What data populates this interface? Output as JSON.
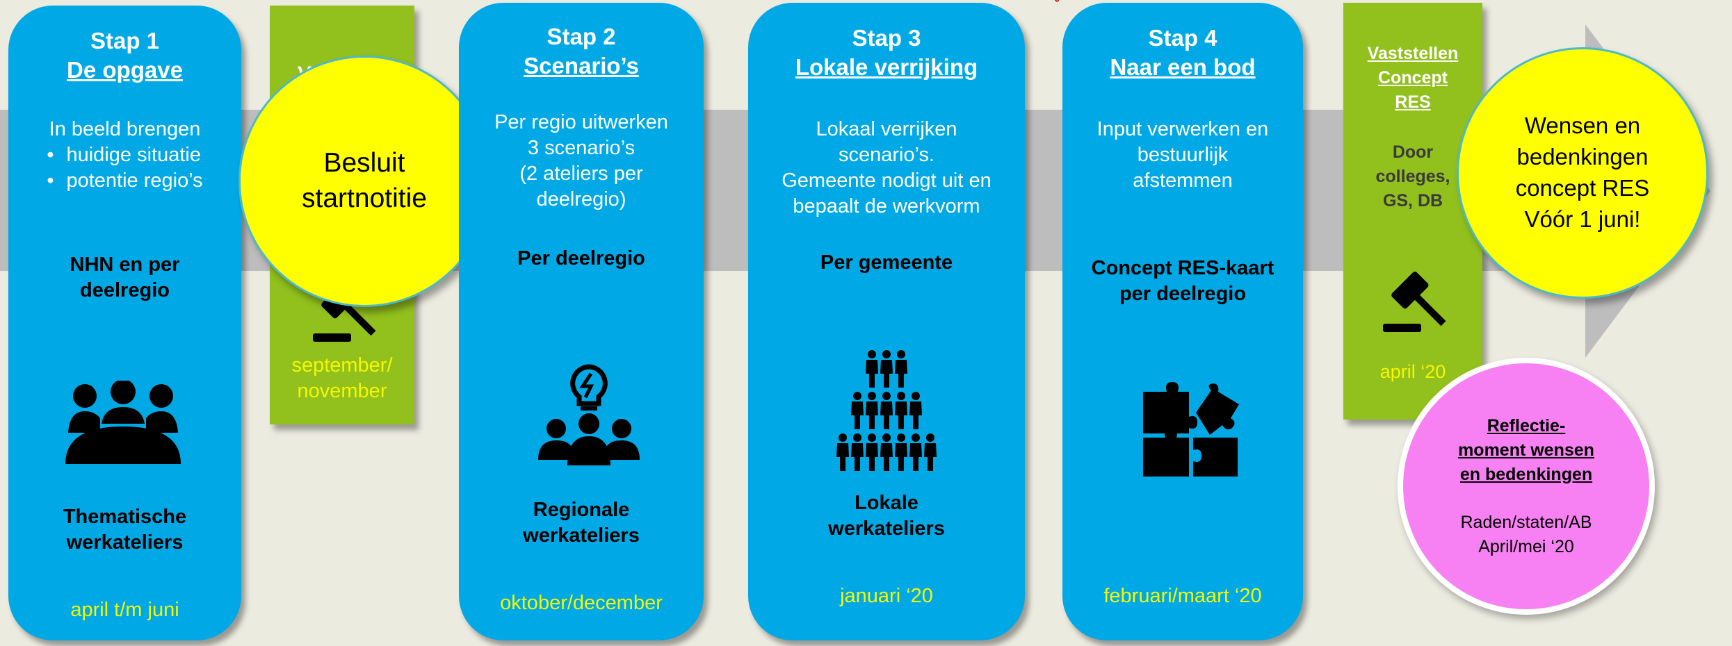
{
  "step1": {
    "label": "Stap 1",
    "title": "De opgave",
    "intro": "In beeld brengen",
    "bullets": [
      "huidige situatie",
      "potentie regio’s"
    ],
    "scope_line1": "NHN en per",
    "scope_line2": "deelregio",
    "icon": "meeting-group-icon",
    "activity_line1": "Thematische",
    "activity_line2": "werkateliers",
    "date": "april t/m juni"
  },
  "decision1": {
    "partial_title": "V",
    "date_line1": "september/",
    "date_line2": "november",
    "icon": "gavel-icon",
    "circle_line1": "Besluit",
    "circle_line2": "startnotitie"
  },
  "step2": {
    "label": "Stap 2",
    "title": "Scenario’s",
    "desc_lines": [
      "Per regio uitwerken",
      "3 scenario’s",
      "(2 ateliers per",
      "deelregio)"
    ],
    "scope": "Per deelregio",
    "icon": "team-idea-icon",
    "activity_line1": "Regionale",
    "activity_line2": "werkateliers",
    "date": "oktober/december"
  },
  "step3": {
    "label": "Stap 3",
    "title": "Lokale verrijking",
    "desc_lines": [
      "Lokaal verrijken",
      "scenario’s.",
      "Gemeente nodigt uit en",
      "bepaalt de werkvorm"
    ],
    "scope": "Per gemeente",
    "icon": "people-pyramid-icon",
    "activity_line1": "Lokale",
    "activity_line2": "werkateliers",
    "date": "januari ‘20"
  },
  "step4": {
    "label": "Stap 4",
    "title": "Naar een bod",
    "desc_lines": [
      "Input verwerken en",
      "bestuurlijk",
      "afstemmen"
    ],
    "scope_line1": "Concept RES-kaart",
    "scope_line2": "per deelregio",
    "icon": "puzzle-icon",
    "date": "februari/maart ‘20"
  },
  "decision2": {
    "title_lines": [
      "Vaststellen",
      "Concept",
      "RES"
    ],
    "by_lines": [
      "Door",
      "colleges,",
      "GS, DB"
    ],
    "icon": "gavel-icon",
    "date": "april ‘20",
    "circle_lines": [
      "Wensen en",
      "bedenkingen",
      "concept RES",
      "Vóór 1 juni!"
    ]
  },
  "reflection": {
    "title_lines": [
      "Reflectie-",
      "moment wensen",
      "en bedenkingen"
    ],
    "body_lines": [
      "Raden/staten/AB",
      "April/mei ‘20"
    ]
  },
  "colors": {
    "step_card": "#00a9e5",
    "decision_card": "#92c01d",
    "date_text": "#f5f700",
    "circle_yellow": "#ffff00",
    "circle_pink": "#f781f3",
    "arrow": "#bdbdbd",
    "background": "#ecebe0"
  }
}
